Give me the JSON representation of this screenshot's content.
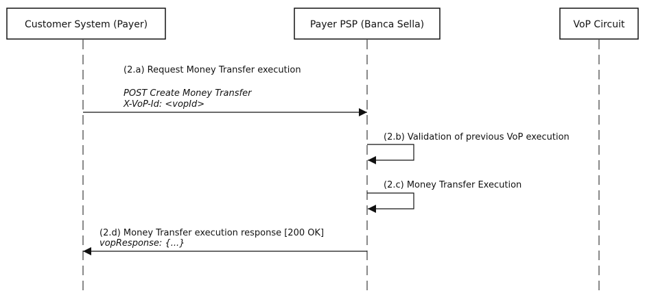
{
  "actors": [
    {
      "id": "customer",
      "label": "Customer System (Payer)"
    },
    {
      "id": "psp",
      "label": "Payer PSP (Banca Sella)"
    },
    {
      "id": "vop",
      "label": "VoP Circuit"
    }
  ],
  "messages": [
    {
      "id": "2a",
      "from": "customer",
      "to": "psp",
      "label": "(2.a) Request Money Transfer execution",
      "detail": [
        "POST Create Money Transfer",
        "X-VoP-Id: <vopId>"
      ]
    },
    {
      "id": "2b",
      "from": "psp",
      "to": "psp",
      "self": true,
      "label": "(2.b) Validation of previous VoP execution"
    },
    {
      "id": "2c",
      "from": "psp",
      "to": "psp",
      "self": true,
      "label": "(2.c) Money Transfer Execution"
    },
    {
      "id": "2d",
      "from": "psp",
      "to": "customer",
      "label": "(2.d) Money Transfer execution response [200 OK]",
      "detail": [
        "vopResponse: {...}"
      ]
    }
  ],
  "colors": {
    "line": "#111111",
    "background": "#ffffff"
  }
}
